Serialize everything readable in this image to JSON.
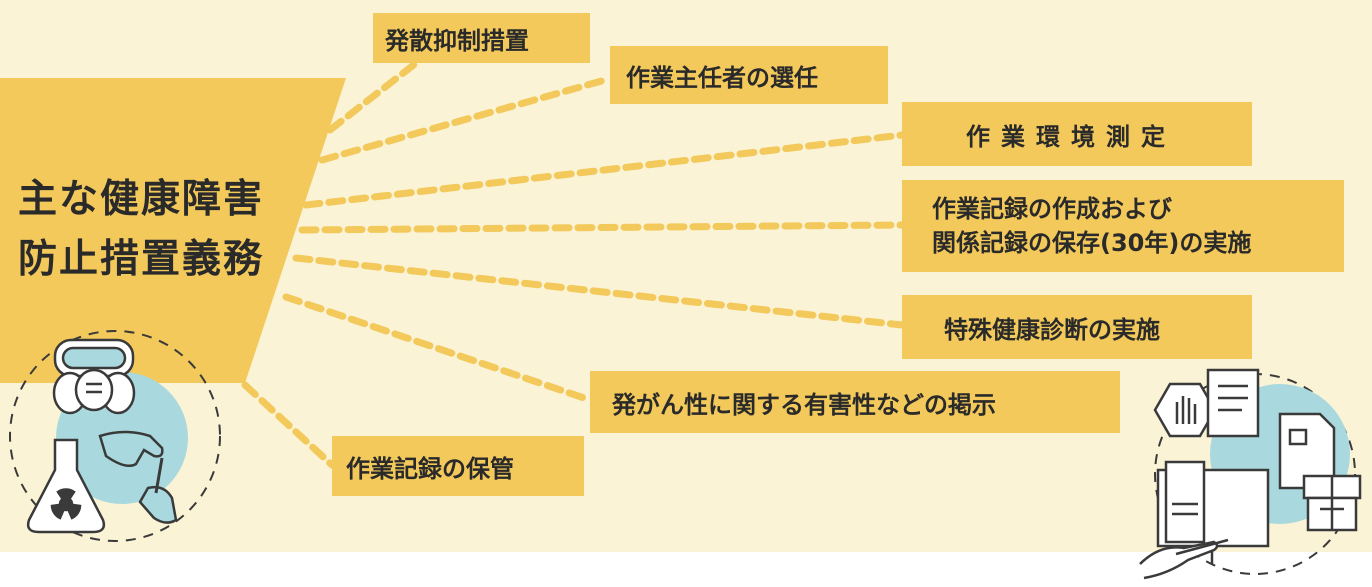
{
  "main": {
    "title_line1": "主な健康障害",
    "title_line2": "防止措置義務"
  },
  "measures": {
    "diffusion_control": "発散抑制措置",
    "chief_selection": "作業主任者の選任",
    "environment_measurement": "作業環境測定",
    "record_line1": "作業記録の作成および",
    "record_line2": "関係記録の保存(30年)の実施",
    "health_checkup": "特殊健康診断の実施",
    "carcinogen_posting": "発がん性に関する有害性などの掲示",
    "record_storage": "作業記録の保管"
  },
  "colors": {
    "background": "#fbf3d5",
    "accent_yellow": "#f2c95a",
    "illustration_teal": "#a9d9de",
    "line_dark": "#3a3a3a"
  },
  "icons": {
    "left": [
      "respirator-mask-icon",
      "gloves-icon",
      "hazard-flask-icon",
      "pipette-icon"
    ],
    "right": [
      "stop-hand-icon",
      "documents-icon",
      "gift-box-icon",
      "monitor-icon",
      "hand-pen-icon"
    ]
  }
}
